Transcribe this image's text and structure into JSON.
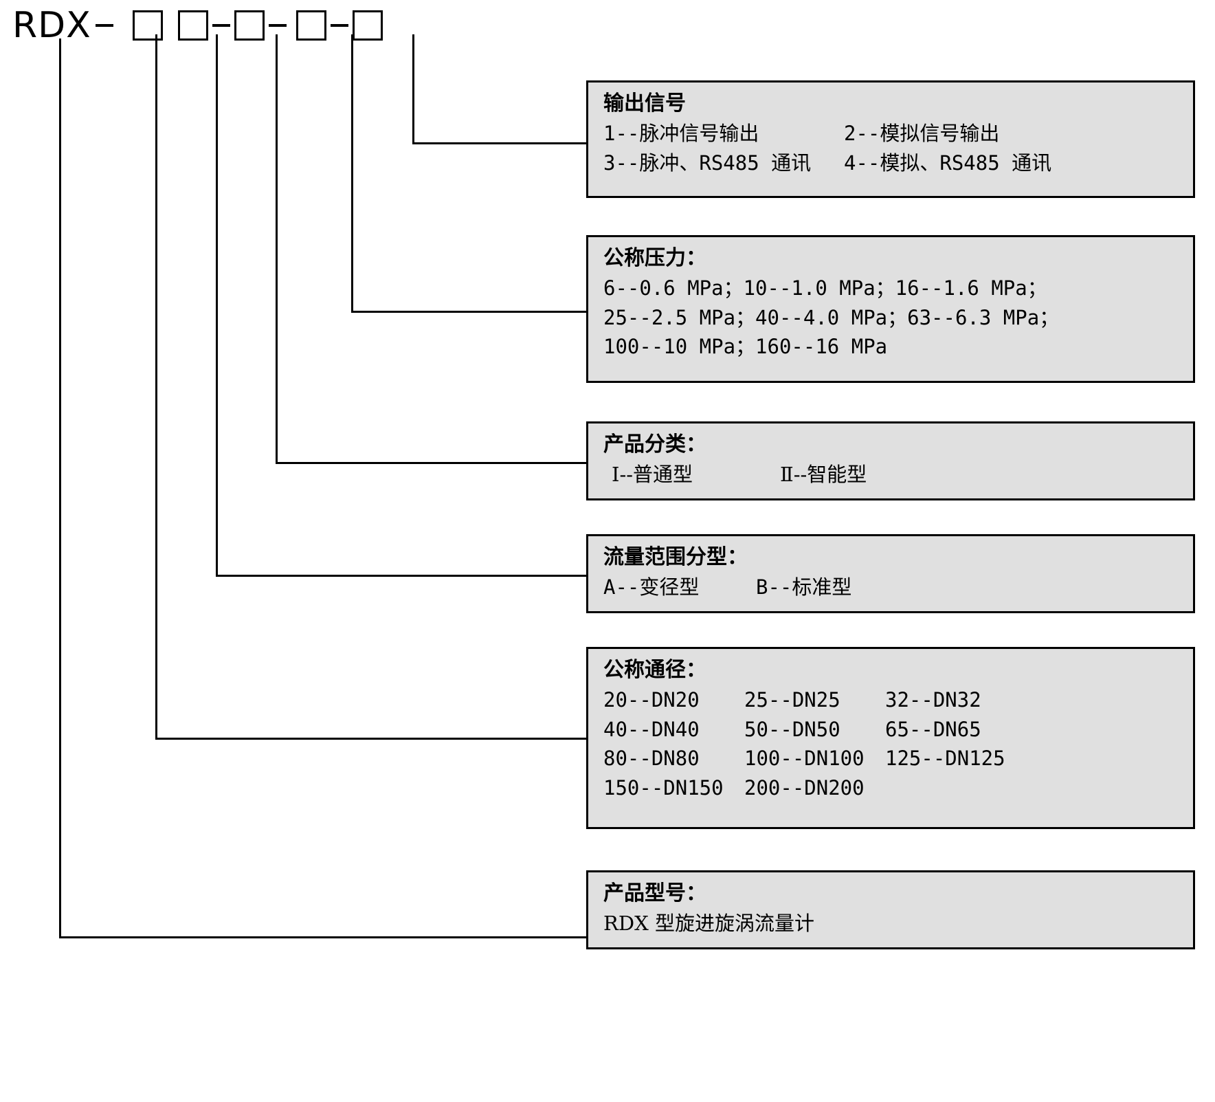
{
  "model_code": {
    "prefix": "RDX",
    "separator": "-",
    "segments": [
      "box",
      "box",
      "box",
      "box",
      "box"
    ],
    "full_text": "RDX-□ □-□- □-□"
  },
  "panels": [
    {
      "id": "output-signal",
      "title": "输出信号",
      "lines": [
        [
          "1--脉冲信号输出",
          "2--模拟信号输出"
        ],
        [
          "3--脉冲、RS485 通讯",
          "4--模拟、RS485 通讯"
        ]
      ]
    },
    {
      "id": "nominal-pressure",
      "title": "公称压力：",
      "lines": [
        [
          "6--0.6 MPa；10--1.0 MPa；16--1.6 MPa；"
        ],
        [
          "25--2.5 MPa；40--4.0 MPa；63--6.3 MPa；"
        ],
        [
          "100--10 MPa；160--16 MPa"
        ]
      ]
    },
    {
      "id": "product-classification",
      "title": "产品分类：",
      "lines": [
        [
          "Ⅰ--普通型",
          "Ⅱ--智能型"
        ]
      ]
    },
    {
      "id": "flow-range-type",
      "title": "流量范围分型：",
      "lines": [
        [
          "A--变径型",
          "B--标准型"
        ]
      ]
    },
    {
      "id": "nominal-diameter",
      "title": "公称通径：",
      "lines": [
        [
          "20--DN20",
          "25--DN25",
          "32--DN32"
        ],
        [
          "40--DN40",
          "50--DN50",
          "65--DN65"
        ],
        [
          "80--DN80",
          "100--DN100",
          "125--DN125"
        ],
        [
          "150--DN150",
          "200--DN200"
        ]
      ]
    },
    {
      "id": "product-model",
      "title": "产品型号：",
      "lines": [
        [
          "RDX 型旋进旋涡流量计"
        ]
      ]
    }
  ],
  "colors": {
    "panel_fill": "#e0e0e0",
    "stroke": "#000000",
    "background": "#ffffff"
  }
}
